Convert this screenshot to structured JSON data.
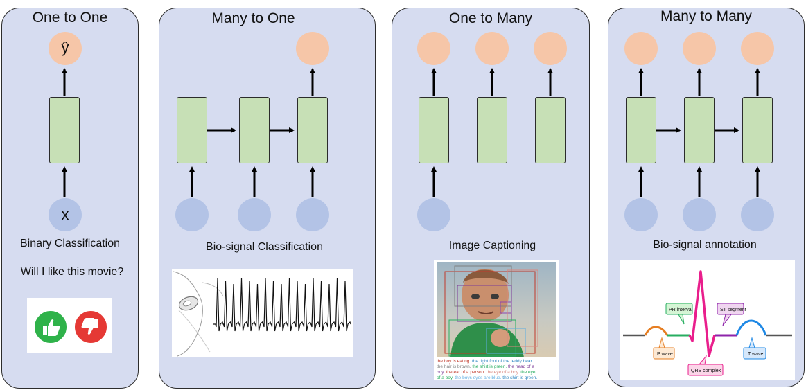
{
  "panels": [
    {
      "title": "One to One",
      "caption": "Binary Classification",
      "subcaption": "Will I like this movie?",
      "output_symbol": "ŷ",
      "input_symbol": "x"
    },
    {
      "title": "Many to One",
      "caption": "Bio-signal Classification"
    },
    {
      "title": "One to Many",
      "caption": "Image Captioning"
    },
    {
      "title": "Many to Many",
      "caption": "Bio-signal annotation"
    }
  ],
  "image_caption_lines": [
    [
      "the boy is eating.",
      "the right foot of the teddy bear."
    ],
    [
      "the hair is brown.",
      "the shirt is green.",
      "the head of a"
    ],
    [
      "boy.",
      "the ear of a person.",
      "the eye of a boy.",
      "the eye"
    ],
    [
      "of a boy.",
      "the boys eyes are blue.",
      "the shirt is green."
    ]
  ],
  "ecg_labels": {
    "pr": "PR interval",
    "st": "ST segment",
    "p": "P wave",
    "t": "T wave",
    "qrs": "QRS complex"
  },
  "colors": {
    "panel_bg": "#d6dcf0",
    "output_node": "#f6c6a8",
    "input_node": "#b3c3e6",
    "rnn_cell": "#c7e0b6",
    "thumbs_up": "#2fb24a",
    "thumbs_down": "#e53935"
  },
  "icons": [
    "thumbs-up-icon",
    "thumbs-down-icon"
  ]
}
